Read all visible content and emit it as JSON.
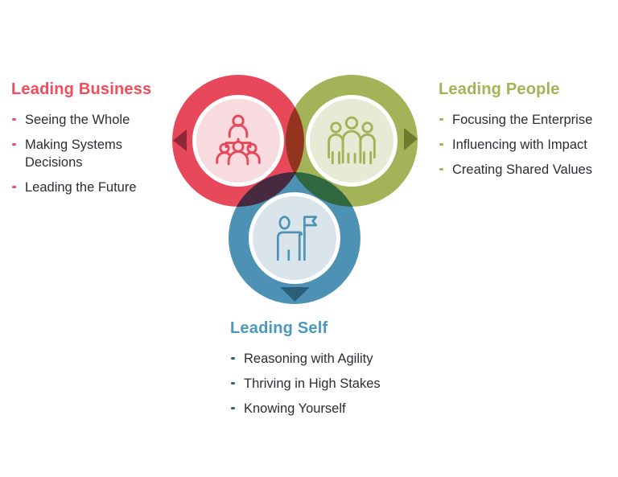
{
  "colors": {
    "background": "#ffffff",
    "body_text": "#2c2e36",
    "white_ring": "#ffffff"
  },
  "sections": [
    {
      "id": "business",
      "title": "Leading Business",
      "accent": "#f24b5b",
      "ring": "#e8495a",
      "inner": "#f8dbde",
      "arrow": "#8e2737",
      "arrow_direction": "left",
      "icon": "org-chart-icon",
      "items": [
        "Seeing the Whole",
        "Making Systems Decisions",
        "Leading the Future"
      ]
    },
    {
      "id": "people",
      "title": "Leading People",
      "accent": "#a2b455",
      "ring": "#a2b457",
      "inner": "#e7ead5",
      "arrow": "#6b7c2e",
      "arrow_direction": "right",
      "icon": "standing-group-icon",
      "items": [
        "Focusing the Enterprise",
        "Influencing with Impact",
        "Creating Shared Values"
      ]
    },
    {
      "id": "self",
      "title": "Leading Self",
      "accent": "#4999be",
      "ring": "#4d92b4",
      "inner": "#d9e4eb",
      "arrow": "#2c5e77",
      "arrow_direction": "down",
      "icon": "person-flag-icon",
      "items": [
        "Reasoning with Agility",
        "Thriving in High Stakes",
        "Knowing Yourself"
      ]
    }
  ]
}
